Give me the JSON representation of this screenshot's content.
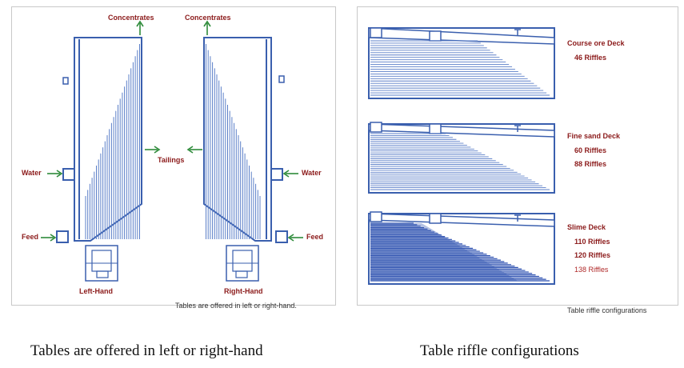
{
  "left_panel": {
    "concentrates_left": "Concentrates",
    "concentrates_right": "Concentrates",
    "tailings": "Tailings",
    "water_left": "Water",
    "water_right": "Water",
    "feed_left": "Feed",
    "feed_right": "Feed",
    "left_hand": "Left-Hand",
    "right_hand": "Right-Hand",
    "caption": "Tables are offered in left or right-hand."
  },
  "right_panel": {
    "decks": [
      {
        "name": "Course ore Deck",
        "riffles": [
          "46 Riffles"
        ]
      },
      {
        "name": "Fine sand Deck",
        "riffles": [
          "60 Riffles",
          "88 Riffles"
        ]
      },
      {
        "name": "Slime Deck",
        "riffles": [
          "110 Riffles",
          "120 Riffles",
          "138 Riffles"
        ]
      }
    ],
    "caption": "Table riffle configurations"
  },
  "captions": {
    "left": "Tables are offered in left or right-hand",
    "right": "Table riffle configurations"
  },
  "colors": {
    "deck_blue": "#3a5fae",
    "riffle_blue": "#5b7fc8",
    "dense_blue": "#2b4fb0",
    "arrow_green": "#2e8b3a",
    "label_red": "#8b1a1a"
  }
}
